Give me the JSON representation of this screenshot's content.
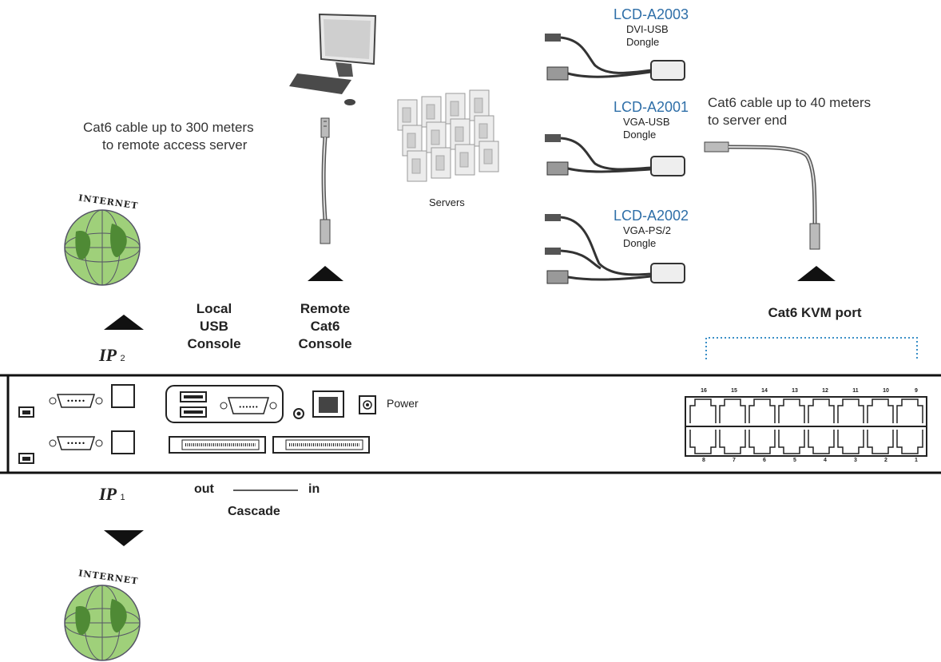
{
  "labels": {
    "cat6_300": "Cat6 cable up to 300 meters",
    "cat6_300b": "to remote access server",
    "cat6_40": "Cat6 cable up to 40 meters",
    "cat6_40b": "to server end",
    "servers": "Servers",
    "internet": "INTERNET",
    "power": "Power",
    "cat6_kvm_port": "Cat6 KVM port",
    "local_console": [
      "Local",
      "USB",
      "Console"
    ],
    "remote_console": [
      "Remote",
      "Cat6",
      "Console"
    ],
    "ip_top": "IP",
    "ip_top_num": "2",
    "ip_bottom": "IP",
    "ip_bottom_num": "1",
    "cascade_out": "out",
    "cascade_in": "in",
    "cascade": "Cascade"
  },
  "dongles": [
    {
      "model": "LCD-A2003",
      "line1": "DVI-USB",
      "line2": "Dongle"
    },
    {
      "model": "LCD-A2001",
      "line1": "VGA-USB",
      "line2": "Dongle"
    },
    {
      "model": "LCD-A2002",
      "line1": "VGA-PS/2",
      "line2": "Dongle"
    }
  ],
  "ports_top": [
    "16",
    "15",
    "14",
    "13",
    "12",
    "11",
    "10",
    "9"
  ],
  "ports_bottom": [
    "8",
    "7",
    "6",
    "5",
    "4",
    "3",
    "2",
    "1"
  ],
  "colors": {
    "model_text": "#2f6fa8",
    "line": "#222222",
    "dotted": "#3a8fc7"
  }
}
